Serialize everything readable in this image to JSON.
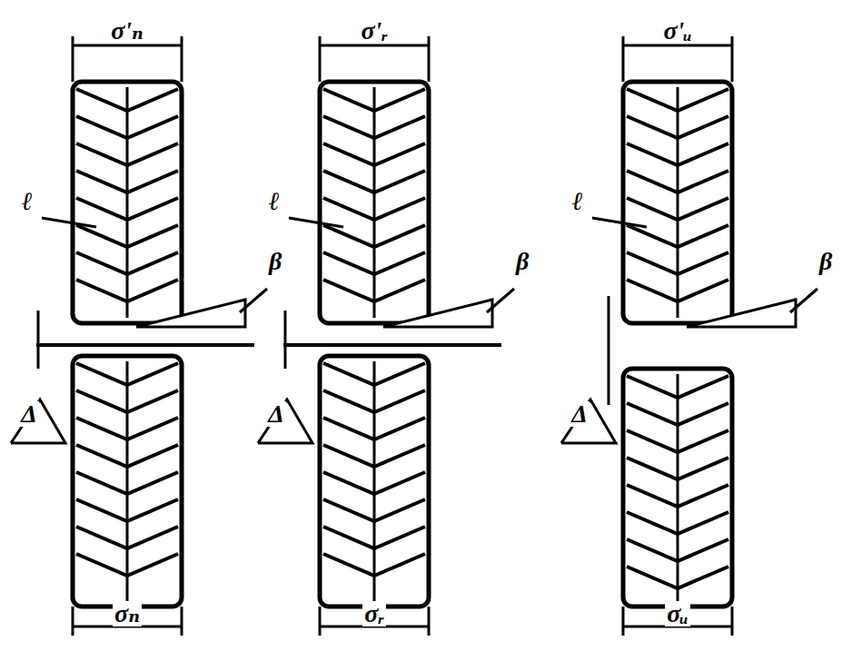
{
  "diagram": {
    "labels": [
      "σ'ₙ",
      "ℓ",
      "β",
      "Δ",
      "σₙ",
      "σ'ᵣ",
      "ℓ",
      "β",
      "Δ",
      "σᵣ",
      "σ'ᵤ",
      "ℓ",
      "β",
      "Δ",
      "σᵤ"
    ]
  }
}
